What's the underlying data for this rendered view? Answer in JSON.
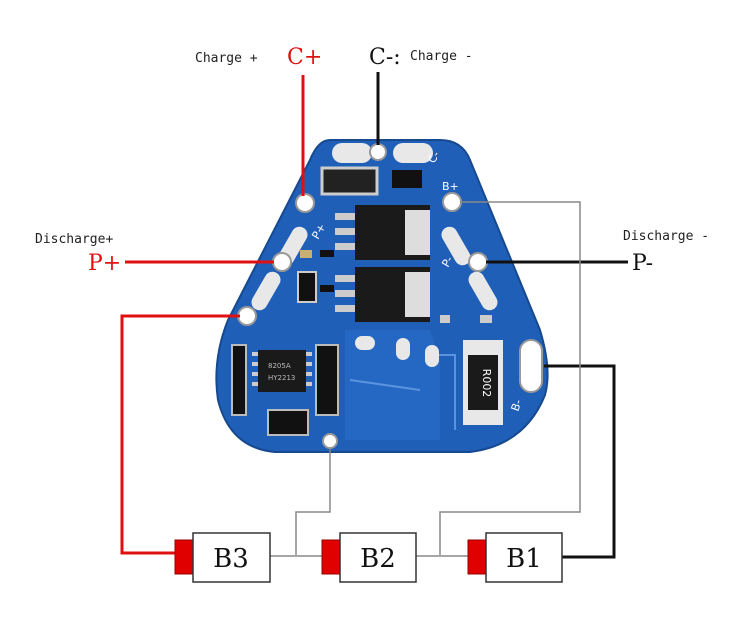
{
  "labels": {
    "charge_plus_text": "Charge +",
    "c_plus": "C+",
    "c_minus": "C-:",
    "charge_minus_text": "Charge -",
    "discharge_plus_text": "Discharge+",
    "p_plus": "P+",
    "discharge_minus_text": "Discharge -",
    "p_minus": "P-"
  },
  "pcb_silkscreen": {
    "p_plus": "P+",
    "p_minus": "P-",
    "c_minus": "C-",
    "b_minus": "B-",
    "b_plus": "B+",
    "resistor": "R002"
  },
  "batteries": [
    {
      "label": "B3"
    },
    {
      "label": "B2"
    },
    {
      "label": "B1"
    }
  ],
  "colors": {
    "pcb_blue": "#1f5fb8",
    "positive_wire": "#e01010",
    "negative_wire": "#111111",
    "sense_wire": "#888888",
    "terminal_red": "#e00000"
  }
}
